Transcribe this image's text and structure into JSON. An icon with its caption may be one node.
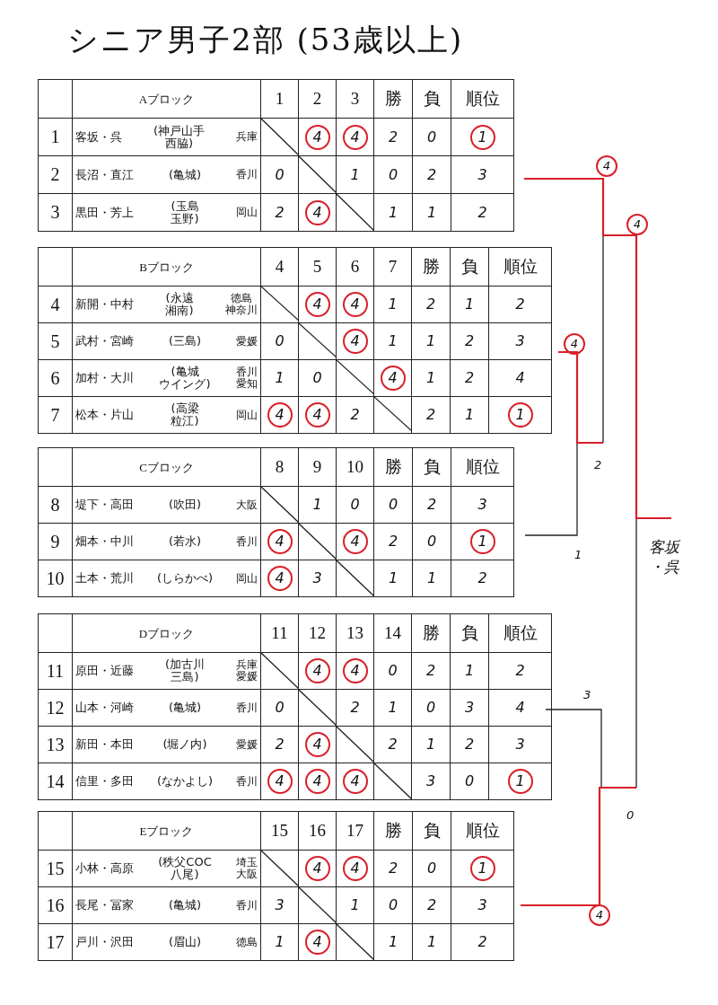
{
  "diagram": {
    "title": "シニア男子2部 (53歳以上)",
    "labels": [
      "Aブロック",
      "1",
      "2",
      "3",
      "勝",
      "負",
      "順位",
      "1",
      "客坂・呉",
      "(神戸山手西脇)",
      "兵庫",
      "4",
      "4",
      "2",
      "0",
      "1",
      "2",
      "長沼・直江",
      "(亀城)",
      "香川",
      "0",
      "1",
      "0",
      "2",
      "3",
      "3",
      "黒田・芳上",
      "(玉島玉野)",
      "岡山",
      "2",
      "4",
      "1",
      "1",
      "2",
      "Bブロック",
      "4",
      "5",
      "6",
      "7",
      "勝",
      "負",
      "順位",
      "4",
      "新開・中村",
      "(永遠湘南)",
      "徳島神奈川",
      "4",
      "4",
      "1",
      "2",
      "1",
      "2",
      "5",
      "武村・宮崎",
      "(三島)",
      "愛媛",
      "0",
      "4",
      "1",
      "1",
      "2",
      "3",
      "6",
      "加村・大川",
      "(亀城ウイング)",
      "香川愛知",
      "1",
      "0",
      "4",
      "1",
      "2",
      "4",
      "7",
      "松本・片山",
      "(高梁粒江)",
      "岡山",
      "4",
      "4",
      "2",
      "2",
      "1",
      "1",
      "Cブロック",
      "8",
      "9",
      "10",
      "勝",
      "負",
      "順位",
      "8",
      "堤下・高田",
      "(吹田)",
      "大阪",
      "1",
      "0",
      "0",
      "2",
      "3",
      "9",
      "畑本・中川",
      "(若水)",
      "香川",
      "4",
      "4",
      "2",
      "0",
      "1",
      "10",
      "土本・荒川",
      "(しらかべ)",
      "岡山",
      "4",
      "3",
      "1",
      "1",
      "2",
      "Dブロック",
      "11",
      "12",
      "13",
      "14",
      "勝",
      "負",
      "順位",
      "11",
      "原田・近藤",
      "(加古川三島)",
      "兵庫愛媛",
      "4",
      "4",
      "0",
      "2",
      "1",
      "2",
      "12",
      "山本・河崎",
      "(亀城)",
      "香川",
      "0",
      "2",
      "1",
      "0",
      "3",
      "4",
      "13",
      "新田・本田",
      "(堀ノ内)",
      "愛媛",
      "2",
      "4",
      "2",
      "1",
      "2",
      "3",
      "14",
      "信里・多田",
      "(なかよし)",
      "香川",
      "4",
      "4",
      "4",
      "3",
      "0",
      "1",
      "Eブロック",
      "15",
      "16",
      "17",
      "勝",
      "負",
      "順位",
      "15",
      "小林・高原",
      "(秩父COC八尾)",
      "埼玉大阪",
      "4",
      "4",
      "2",
      "0",
      "1",
      "16",
      "長尾・冨家",
      "(亀城)",
      "香川",
      "3",
      "1",
      "0",
      "2",
      "3",
      "17",
      "戸川・沢田",
      "(眉山)",
      "徳島",
      "1",
      "4",
      "1",
      "1",
      "2",
      "4",
      "4",
      "4",
      "2",
      "1",
      "客坂・呉",
      "3",
      "0",
      "4"
    ]
  }
}
